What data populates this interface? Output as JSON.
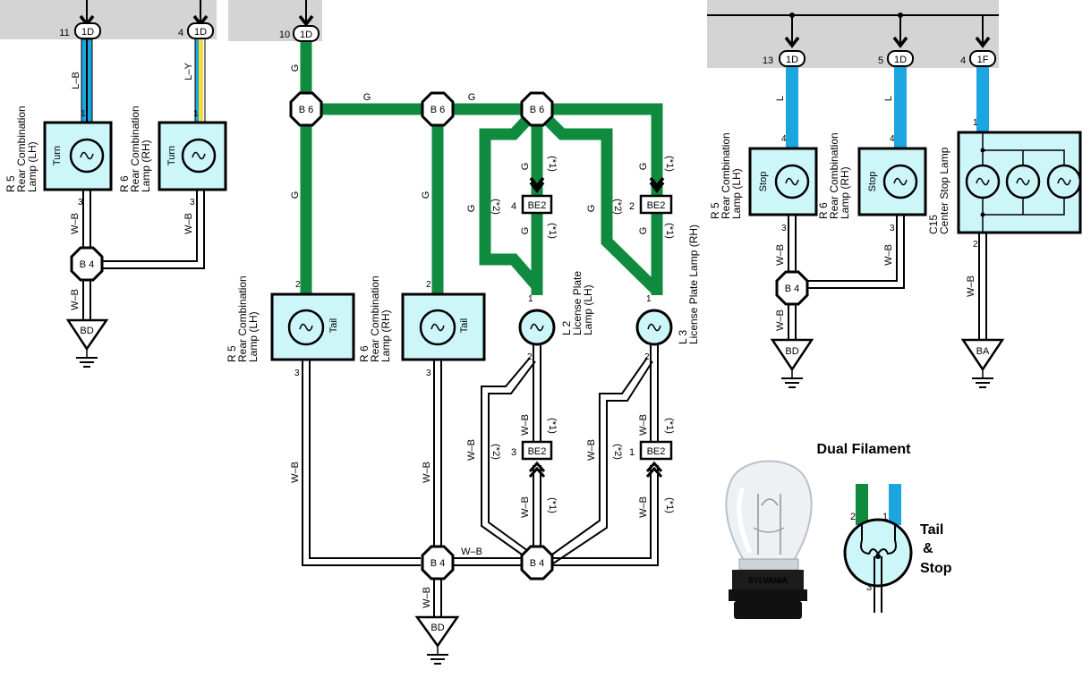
{
  "connectors": {
    "c11": {
      "pin": "11",
      "id": "1D"
    },
    "c4a": {
      "pin": "4",
      "id": "1D"
    },
    "c10": {
      "pin": "10",
      "id": "1D"
    },
    "c13": {
      "pin": "13",
      "id": "1D"
    },
    "c5": {
      "pin": "5",
      "id": "1D"
    },
    "c4f": {
      "pin": "4",
      "id": "1F"
    }
  },
  "junctions": {
    "b6": "B 6",
    "b4": "B 4",
    "be2": "BE2"
  },
  "grounds": {
    "bd": "BD",
    "ba": "BA"
  },
  "wires": {
    "lb": "L–B",
    "ly": "L–Y",
    "g": "G",
    "wb": "W–B",
    "l": "L"
  },
  "notes": {
    "n1": "(*1)",
    "n2": "(*2)"
  },
  "lamps": {
    "turn": "Turn",
    "tail": "Tail",
    "stop": "Stop",
    "r5_id": "R 5",
    "r6_id": "R 6",
    "l2_id": "L 2",
    "l3_id": "L 3",
    "c15_id": "C15",
    "rear_comb": "Rear Combination",
    "lamp_lh": "Lamp (LH)",
    "lamp_rh": "Lamp (RH)",
    "license_plate": "License Plate",
    "license_plate_rh": "License Plate Lamp (RH)",
    "center_stop": "Center Stop Lamp"
  },
  "pins": {
    "p1": "1",
    "p2": "2",
    "p3": "3",
    "p4": "4"
  },
  "dual": {
    "title": "Dual Filament",
    "tail": "Tail",
    "amp": "&",
    "stop": "Stop",
    "brand": "SYLVANIA"
  },
  "colors": {
    "green": "#0f8a3f",
    "blue": "#1ba6e0",
    "yellow": "#f2dc3a",
    "lamp_fill": "#cdf6f8",
    "header": "#d4d4d4"
  }
}
